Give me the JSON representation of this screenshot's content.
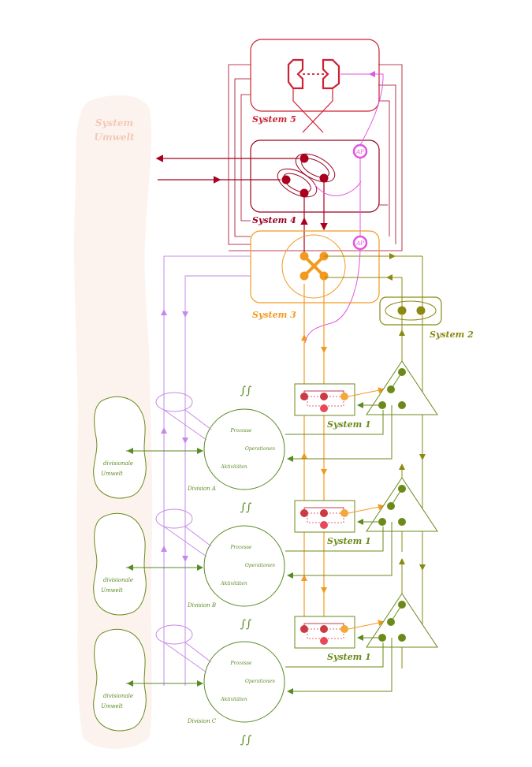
{
  "environment": {
    "label_line1": "System",
    "label_line2": "Umwelt"
  },
  "systems": {
    "s5": "System 5",
    "s4": "System 4",
    "s3": "System 3",
    "s2": "System 2",
    "s1": "System 1"
  },
  "ap_label": "AP",
  "divisions": [
    {
      "name": "Division A",
      "env_line1": "divisionale",
      "env_line2": "Umwelt",
      "processes": "Prozesse",
      "operations": "Operationen",
      "activities": "Aktivitäten"
    },
    {
      "name": "Division B",
      "env_line1": "divisionale",
      "env_line2": "Umwelt",
      "processes": "Prozesse",
      "operations": "Operationen",
      "activities": "Aktivitäten"
    },
    {
      "name": "Division C",
      "env_line1": "divisionale",
      "env_line2": "Umwelt",
      "processes": "Prozesse",
      "operations": "Operationen",
      "activities": "Aktivitäten"
    }
  ],
  "squiggle": "∫∫",
  "colors": {
    "s5": "#cc2233",
    "s4": "#990022",
    "s3": "#f29a1f",
    "s2": "#8a8a10",
    "s1": "#6b8a1a",
    "ap": "#e056e0",
    "algedonic": "#c58ae8",
    "division": "#5a8a22",
    "env_bg": "#fdf3ee",
    "env_text": "#f2c8b8"
  }
}
